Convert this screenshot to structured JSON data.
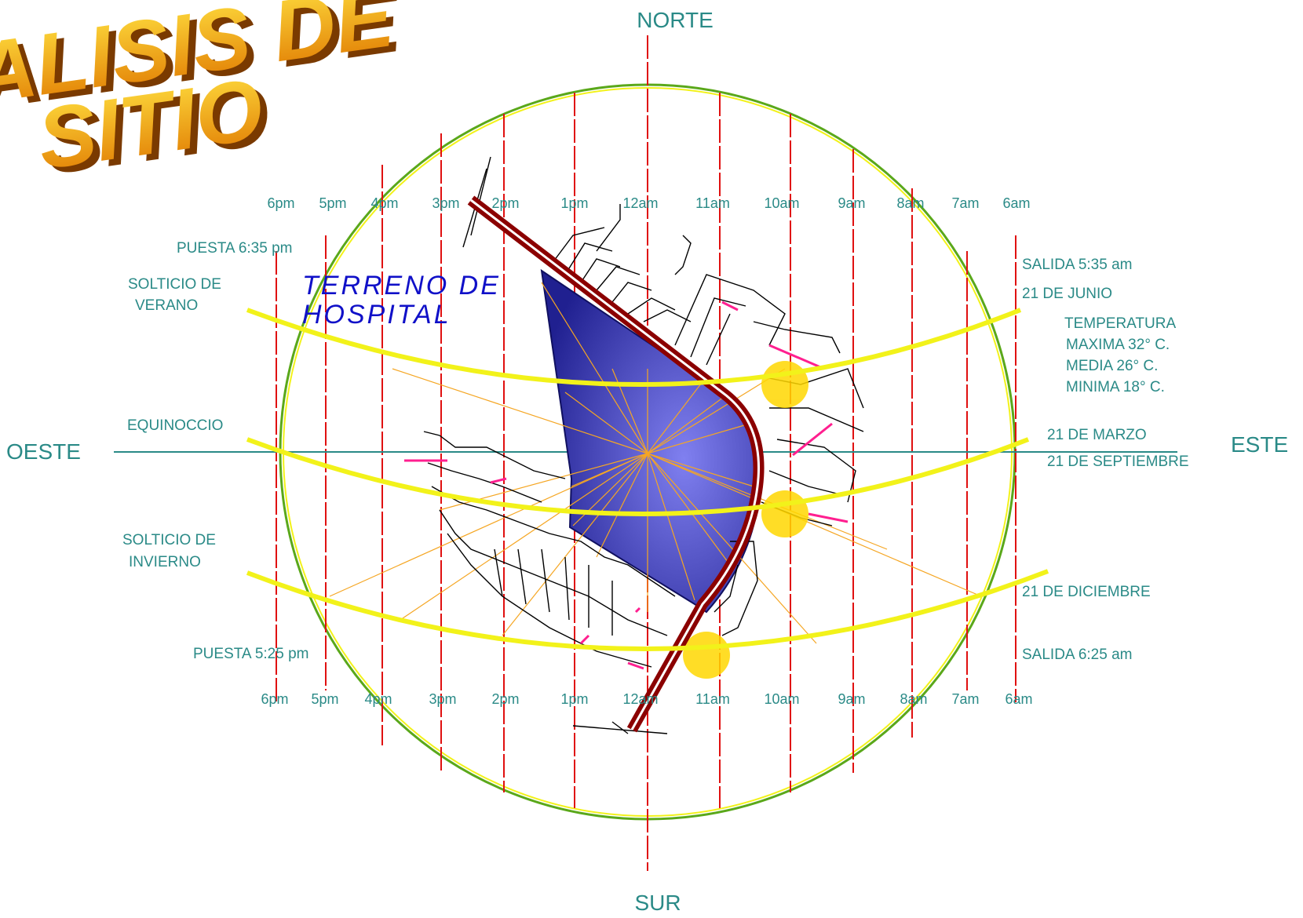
{
  "title": {
    "line1": "ALISIS DE",
    "line2": "SITIO"
  },
  "compass": {
    "north": "NORTE",
    "south": "SUR",
    "west": "OESTE",
    "east": "ESTE"
  },
  "hours_top": [
    "6pm",
    "5pm",
    "4pm",
    "3pm",
    "2pm",
    "1pm",
    "12am",
    "11am",
    "10am",
    "9am",
    "8am",
    "7am",
    "6am"
  ],
  "hours_bottom": [
    "6pm",
    "5pm",
    "4pm",
    "3pm",
    "2pm",
    "1pm",
    "12am",
    "11am",
    "10am",
    "9am",
    "8am",
    "7am",
    "6am"
  ],
  "left_labels": {
    "puesta_verano": "PUESTA 6:35 pm",
    "solsticio_verano": [
      "SOLTICIO DE",
      "VERANO"
    ],
    "equinoccio": "EQUINOCCIO",
    "solsticio_invierno": [
      "SOLTICIO DE",
      "INVIERNO"
    ],
    "puesta_invierno": "PUESTA 5:25 pm"
  },
  "right_labels": {
    "salida_verano": "SALIDA 5:35 am",
    "fecha_junio": "21 DE JUNIO",
    "temperatura": [
      "TEMPERATURA",
      "MAXIMA 32° C.",
      "MEDIA 26° C.",
      "MINIMA 18° C."
    ],
    "fecha_marzo": "21 DE MARZO",
    "fecha_septiembre": "21 DE SEPTIEMBRE",
    "fecha_diciembre": "21 DE DICIEMBRE",
    "salida_invierno": "SALIDA 6:25 am"
  },
  "site_label": [
    "TERRENO DE",
    "HOSPITAL"
  ],
  "colors": {
    "teal": "#2a8a87",
    "sun_path": "#f2f21a",
    "hour_lines": "#e01010",
    "circle": "#5aa81a",
    "site_fill": "#3030b0",
    "road": "#8b0000",
    "rays": "#f5a623",
    "title_fill": "#f0a010"
  }
}
